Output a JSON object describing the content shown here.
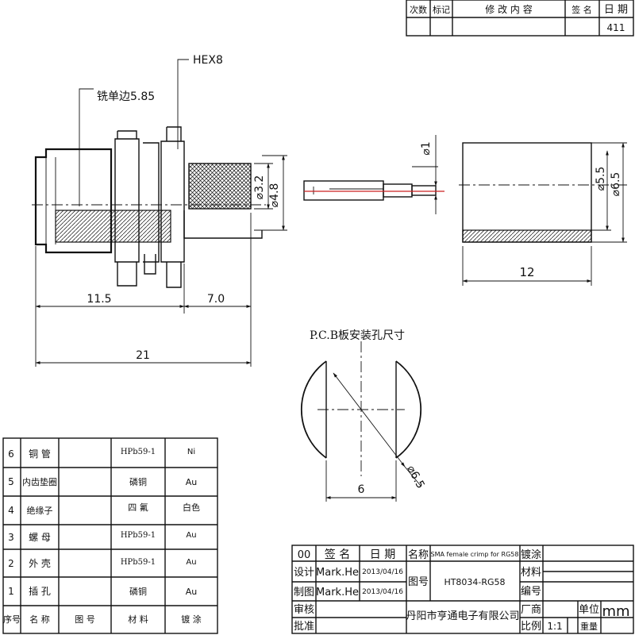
{
  "revision_table": {
    "headers": [
      "次数",
      "标记",
      "修 改 内 容",
      "签 名",
      "日 期"
    ],
    "value": "411"
  },
  "dimensions": {
    "hex": "HEX8",
    "mill_flat": "铣单边5.85",
    "d32": "⌀3.2",
    "d48": "⌀4.8",
    "d1": "⌀1",
    "d55": "⌀5.5",
    "d65": "⌀6.5",
    "len_11_5": "11.5",
    "len_7_0": "7.0",
    "len_21": "21",
    "len_12": "12",
    "pcb_title": "P.C.B板安装孔尺寸",
    "pcb_width": "6",
    "pcb_dia": "⌀6.5"
  },
  "bom": {
    "rows": [
      {
        "no": "6",
        "name": "铜 管",
        "code": "",
        "material": "HPb59-1",
        "finish": "Ni"
      },
      {
        "no": "5",
        "name": "内齿垫圈",
        "code": "",
        "material": "磷铜",
        "finish": "Au"
      },
      {
        "no": "4",
        "name": "绝缘子",
        "code": "",
        "material": "四 氟",
        "finish": "白色"
      },
      {
        "no": "3",
        "name": "螺 母",
        "code": "",
        "material": "HPb59-1",
        "finish": "Au"
      },
      {
        "no": "2",
        "name": "外 壳",
        "code": "",
        "material": "HPb59-1",
        "finish": "Au"
      },
      {
        "no": "1",
        "name": "插 孔",
        "code": "",
        "material": "磷铜",
        "finish": "Au"
      }
    ],
    "header": {
      "no": "序号",
      "name": "名 称",
      "code": "图 号",
      "material": "材 料",
      "finish": "镀 涂"
    }
  },
  "title_block": {
    "corner": "00",
    "sign_label": "签 名",
    "date_label": "日 期",
    "name_label": "名称",
    "name_value": "SMA female crimp for RG58",
    "plating_label": "镀涂",
    "design_label": "设计",
    "design_by": "Mark.He",
    "design_date": "2013/04/16",
    "drawn_label": "制图",
    "drawn_by": "Mark.He",
    "drawn_date": "2013/04/16",
    "drawing_no_label": "图号",
    "drawing_no": "HT8034-RG58",
    "material_label": "材料",
    "number_label": "编号",
    "check_label": "审核",
    "approve_label": "批准",
    "company": "丹阳市亨通电子有限公司",
    "factory_label": "厂商",
    "scale_label": "比例",
    "scale": "1:1",
    "unit_label": "单位",
    "unit": "mm",
    "weight_label": "重量"
  }
}
